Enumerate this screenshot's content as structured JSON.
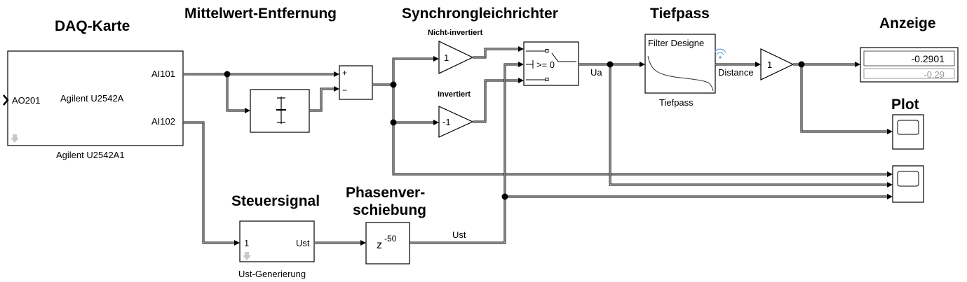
{
  "titles": {
    "daq": "DAQ-Karte",
    "mean_removal": "Mittelwert-Entfernung",
    "sync_rect": "Synchrongleichrichter",
    "lowpass": "Tiefpass",
    "display": "Anzeige",
    "plot": "Plot",
    "control": "Steuersignal",
    "phase_1": "Phasenver-",
    "phase_2": "schiebung"
  },
  "daq_block": {
    "port_ai101": "AI101",
    "port_ai102": "AI102",
    "port_ao201": "AO201",
    "model": "Agilent U2542A",
    "caption": "Agilent U2542A1"
  },
  "sum_block": {
    "plus": "+",
    "minus": "−"
  },
  "gains": {
    "noninverted_label": "Nicht-invertiert",
    "noninverted_value": "1",
    "inverted_label": "Invertiert",
    "inverted_value": "-1",
    "output_value": "1"
  },
  "switch_block": {
    "condition": ">= 0"
  },
  "signals": {
    "ua": "Ua",
    "distance": "Distance",
    "ust": "Ust"
  },
  "filter_block": {
    "title": "Filter Designe",
    "caption": "Tiefpass"
  },
  "display_block": {
    "value": "-0.2901",
    "value2": "-0.29"
  },
  "ust_block": {
    "in_port": "1",
    "out_port": "Ust",
    "caption": "Ust-Generierung"
  },
  "delay_block": {
    "base": "z",
    "exponent": "-50"
  }
}
